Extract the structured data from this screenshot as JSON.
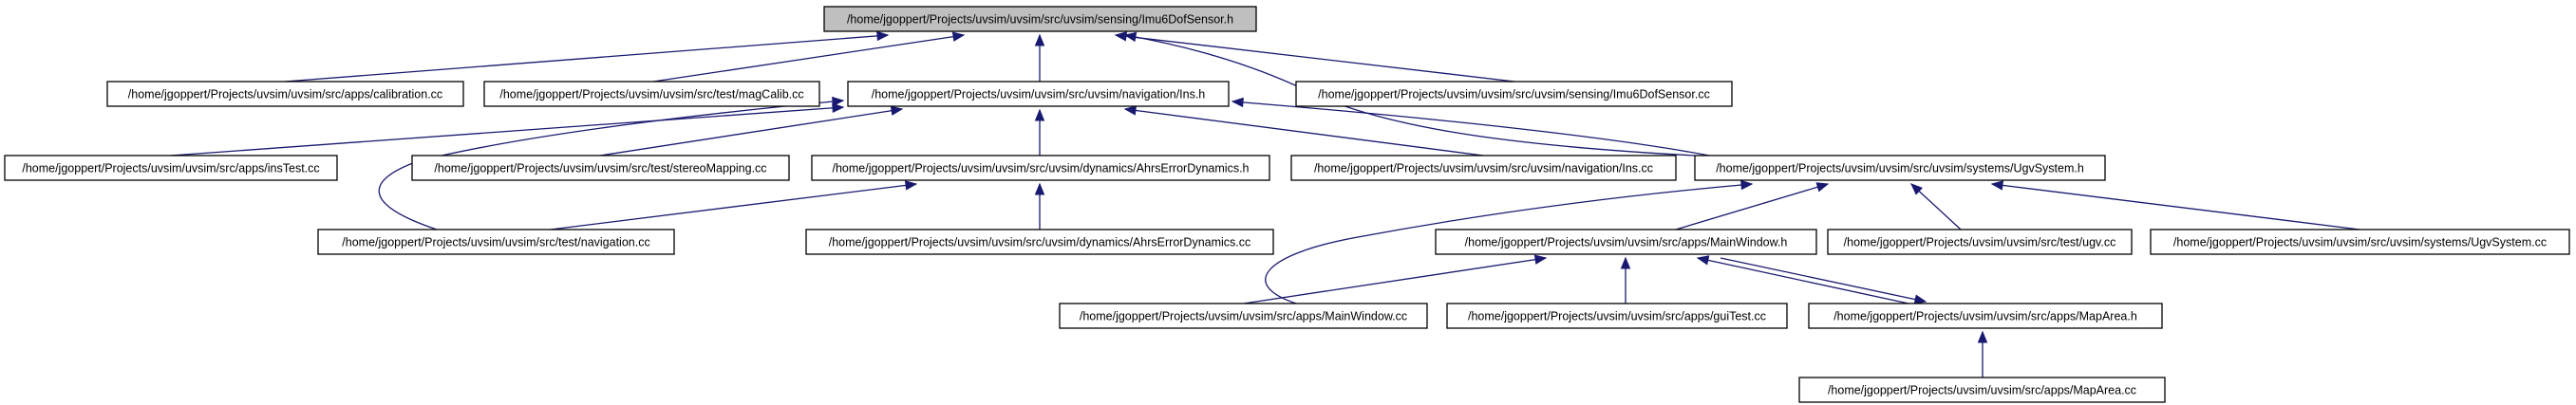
{
  "colors": {
    "edge": "#191970",
    "root_fill": "#bfbfbf",
    "node_fill": "#ffffff",
    "node_border": "#000000"
  },
  "graph": {
    "nodes": [
      {
        "id": "imu_h",
        "label": "/home/jgoppert/Projects/uvsim/uvsim/src/uvsim/sensing/Imu6DofSensor.h",
        "root": true
      },
      {
        "id": "calibration_cc",
        "label": "/home/jgoppert/Projects/uvsim/uvsim/src/apps/calibration.cc"
      },
      {
        "id": "magcalib_cc",
        "label": "/home/jgoppert/Projects/uvsim/uvsim/src/test/magCalib.cc"
      },
      {
        "id": "ins_h",
        "label": "/home/jgoppert/Projects/uvsim/uvsim/src/uvsim/navigation/Ins.h"
      },
      {
        "id": "imu_cc",
        "label": "/home/jgoppert/Projects/uvsim/uvsim/src/uvsim/sensing/Imu6DofSensor.cc"
      },
      {
        "id": "instest_cc",
        "label": "/home/jgoppert/Projects/uvsim/uvsim/src/apps/insTest.cc"
      },
      {
        "id": "stereo_cc",
        "label": "/home/jgoppert/Projects/uvsim/uvsim/src/test/stereoMapping.cc"
      },
      {
        "id": "ahrs_h",
        "label": "/home/jgoppert/Projects/uvsim/uvsim/src/uvsim/dynamics/AhrsErrorDynamics.h"
      },
      {
        "id": "ins_cc",
        "label": "/home/jgoppert/Projects/uvsim/uvsim/src/uvsim/navigation/Ins.cc"
      },
      {
        "id": "ugv_h",
        "label": "/home/jgoppert/Projects/uvsim/uvsim/src/uvsim/systems/UgvSystem.h"
      },
      {
        "id": "navigation_cc",
        "label": "/home/jgoppert/Projects/uvsim/uvsim/src/test/navigation.cc"
      },
      {
        "id": "ahrs_cc",
        "label": "/home/jgoppert/Projects/uvsim/uvsim/src/uvsim/dynamics/AhrsErrorDynamics.cc"
      },
      {
        "id": "mainwindow_h",
        "label": "/home/jgoppert/Projects/uvsim/uvsim/src/apps/MainWindow.h"
      },
      {
        "id": "ugv_test_cc",
        "label": "/home/jgoppert/Projects/uvsim/uvsim/src/test/ugv.cc"
      },
      {
        "id": "ugv_cc",
        "label": "/home/jgoppert/Projects/uvsim/uvsim/src/uvsim/systems/UgvSystem.cc"
      },
      {
        "id": "mainwindow_cc",
        "label": "/home/jgoppert/Projects/uvsim/uvsim/src/apps/MainWindow.cc"
      },
      {
        "id": "guitest_cc",
        "label": "/home/jgoppert/Projects/uvsim/uvsim/src/apps/guiTest.cc"
      },
      {
        "id": "maparea_h",
        "label": "/home/jgoppert/Projects/uvsim/uvsim/src/apps/MapArea.h"
      },
      {
        "id": "maparea_cc",
        "label": "/home/jgoppert/Projects/uvsim/uvsim/src/apps/MapArea.cc"
      }
    ],
    "edges": [
      {
        "from": "calibration_cc",
        "to": "imu_h"
      },
      {
        "from": "magcalib_cc",
        "to": "imu_h"
      },
      {
        "from": "ins_h",
        "to": "imu_h"
      },
      {
        "from": "ugv_h",
        "to": "imu_h"
      },
      {
        "from": "imu_cc",
        "to": "imu_h"
      },
      {
        "from": "instest_cc",
        "to": "ins_h"
      },
      {
        "from": "stereo_cc",
        "to": "ins_h"
      },
      {
        "from": "ahrs_h",
        "to": "ins_h"
      },
      {
        "from": "ins_cc",
        "to": "ins_h"
      },
      {
        "from": "ugv_h",
        "to": "ins_h"
      },
      {
        "from": "navigation_cc",
        "to": "ins_h"
      },
      {
        "from": "navigation_cc",
        "to": "ahrs_h"
      },
      {
        "from": "ahrs_cc",
        "to": "ahrs_h"
      },
      {
        "from": "mainwindow_h",
        "to": "ugv_h"
      },
      {
        "from": "ugv_test_cc",
        "to": "ugv_h"
      },
      {
        "from": "ugv_cc",
        "to": "ugv_h"
      },
      {
        "from": "mainwindow_cc",
        "to": "ugv_h"
      },
      {
        "from": "mainwindow_cc",
        "to": "mainwindow_h"
      },
      {
        "from": "guitest_cc",
        "to": "mainwindow_h"
      },
      {
        "from": "maparea_h",
        "to": "mainwindow_h"
      },
      {
        "from": "mainwindow_h",
        "to": "maparea_h"
      },
      {
        "from": "maparea_cc",
        "to": "maparea_h"
      }
    ]
  }
}
